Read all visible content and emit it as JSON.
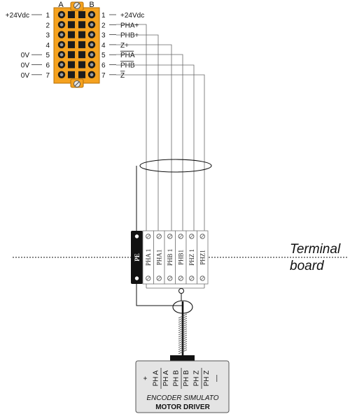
{
  "connector": {
    "col_a": "A",
    "col_b": "B",
    "left_rows": [
      {
        "label": "+24Vdc",
        "num": "1"
      },
      {
        "label": "",
        "num": "2"
      },
      {
        "label": "",
        "num": "3"
      },
      {
        "label": "",
        "num": "4"
      },
      {
        "label": "0V",
        "num": "5"
      },
      {
        "label": "0V",
        "num": "6"
      },
      {
        "label": "0V",
        "num": "7"
      }
    ],
    "right_rows": [
      {
        "num": "1",
        "label": "+24Vdc"
      },
      {
        "num": "2",
        "label": "PHA+"
      },
      {
        "num": "3",
        "label": "PHB+"
      },
      {
        "num": "4",
        "label": "Z+"
      },
      {
        "num": "5",
        "label": "PHA"
      },
      {
        "num": "6",
        "label": "PHB"
      },
      {
        "num": "7",
        "label": "Z"
      }
    ]
  },
  "terminal_board": {
    "pe_label": "PE",
    "cells": [
      "PHA 1",
      "PHA1",
      "PHB 1",
      "PHB1",
      "PHZ 1",
      "PHZ1"
    ],
    "caption_line1": "Terminal",
    "caption_line2": "board"
  },
  "driver": {
    "pins": [
      "+",
      "PH A",
      "PH A",
      "PH B",
      "PH B",
      "PH Z",
      "PH Z",
      "—"
    ],
    "title": "ENCODER SIMULATO",
    "subtitle": "MOTOR DRIVER"
  },
  "colors": {
    "connector_orange": "#f5a21f",
    "connector_dark": "#1c1c1c"
  }
}
